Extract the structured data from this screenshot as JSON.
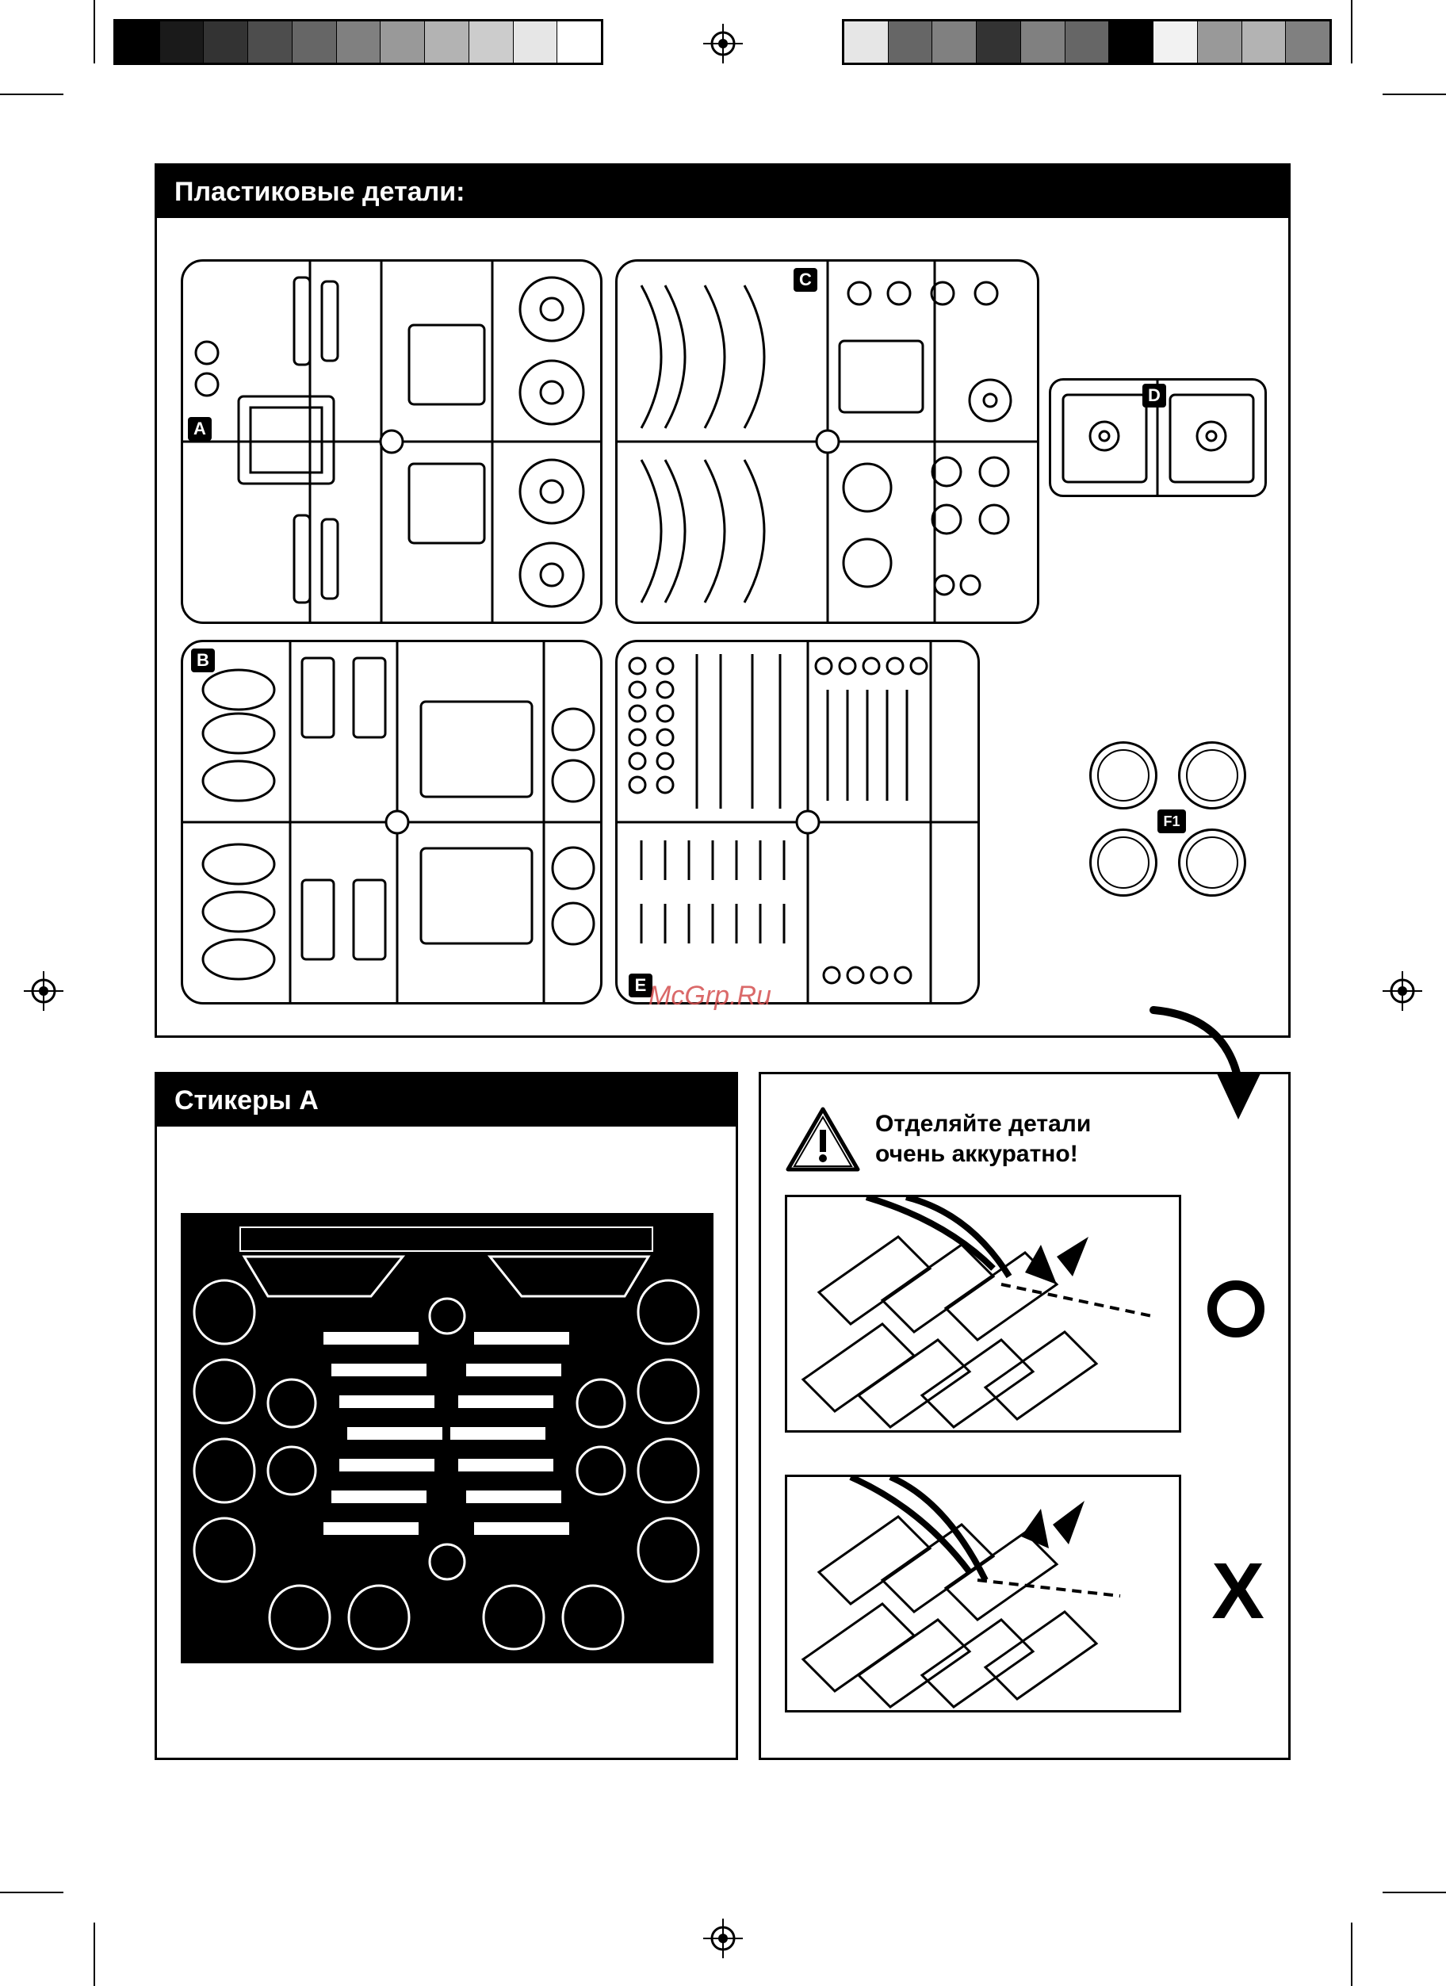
{
  "color_bars": {
    "left": [
      "#000000",
      "#1a1a1a",
      "#333333",
      "#4d4d4d",
      "#666666",
      "#808080",
      "#999999",
      "#b3b3b3",
      "#cccccc",
      "#e6e6e6",
      "#ffffff"
    ],
    "right": [
      "#e6e6e6",
      "#666666",
      "#808080",
      "#333333",
      "#808080",
      "#666666",
      "#000000",
      "#f2f2f2",
      "#999999",
      "#b3b3b3",
      "#808080"
    ]
  },
  "plastic_parts": {
    "title": "Пластиковые детали:",
    "sprues": [
      "A",
      "B",
      "C",
      "D",
      "E",
      "F1"
    ]
  },
  "stickers": {
    "title": "Стикеры A"
  },
  "separation": {
    "warning_line1": "Отделяйте детали",
    "warning_line2": "очень аккуратно!",
    "correct_mark": "O",
    "wrong_mark": "X"
  },
  "watermark": "McGrp.Ru"
}
